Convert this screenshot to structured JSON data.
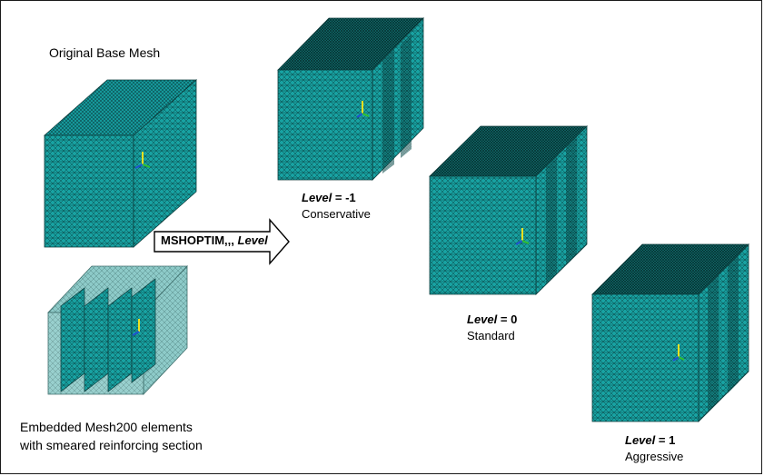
{
  "base_mesh": {
    "title": "Original Base Mesh"
  },
  "embedded": {
    "line1": "Embedded Mesh200 elements",
    "line2": "with smeared reinforcing section"
  },
  "arrow": {
    "command": "MSHOPTIM,,, ",
    "param": "Level"
  },
  "variants": [
    {
      "level_word": "Level",
      "eq": " = ",
      "value": "-1",
      "desc": "Conservative"
    },
    {
      "level_word": "Level",
      "eq": " = ",
      "value": "0",
      "desc": "Standard"
    },
    {
      "level_word": "Level",
      "eq": " = ",
      "value": "1",
      "desc": "Aggressive"
    }
  ],
  "colors": {
    "mesh_fill": "#19a3a3",
    "mesh_line": "#0a3a3a",
    "shell_fill": "#8ac8c6",
    "axis_y": "#f0e020",
    "axis_x": "#2050d0"
  }
}
